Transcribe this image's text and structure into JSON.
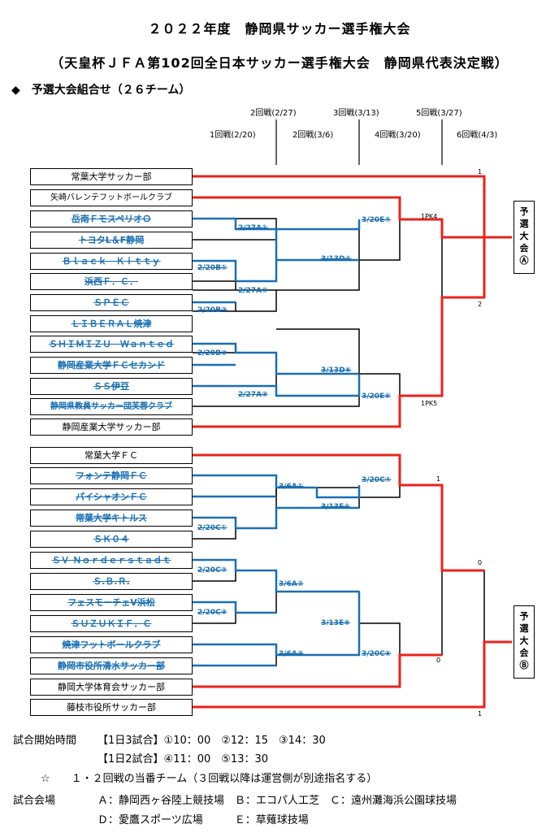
{
  "title1": "２０２２年度　静岡県サッカー選手権大会",
  "title2": "（天皇杯ＪＦＡ第102回全日本サッカー選手権大会　静岡県代表決定戦）",
  "section": "◆　予選大会組合せ（２６チーム）",
  "round_headers": {
    "r2a": "2回戦(2/27)",
    "r3a": "3回戦(3/13)",
    "r5a": "5回戦(3/27)",
    "r1b": "1回戦(2/20)",
    "r2b": "2回戦(3/6)",
    "r4b": "4回戦(3/20)",
    "r6b": "6回戦(4/3)"
  },
  "teams": [
    "常葉大学サッカー部",
    "矢崎バレンテフットボールクラブ",
    "岳南ＦモスペリオＯ",
    "トヨタL＆F静岡",
    "Ｂｌａｃｋ　Ｋｉｔｔｙ",
    "浜西Ｆ．Ｃ．",
    "ＳＰＥＣ",
    "ＬＩＢＥＲＡＬ焼津",
    "ＳＨＩＭＩＺＵ　Ｗａｎｔｅｄ",
    "静岡産業大学ＦＣセカンド",
    "ＳＳ伊豆",
    "静岡県教員サッカー団芙蓉クラブ",
    "静岡産業大学サッカー部",
    "常葉大学ＦＣ",
    "フォンテ静岡ＦＣ",
    "パイシャオンＦＣ",
    "常葉大学キトルス",
    "ＳＫ０４",
    "ＳＶ Ｎｏｒｄｅｒｓｔａｄｔ",
    "Ｓ.Ｂ.Ｒ.",
    "フェスモーチェV浜松",
    "ＳＵＺＵＫＩＦ．Ｃ",
    "焼津フットボールクラブ",
    "静岡市役所清水サッカー部",
    "静岡大学体育会サッカー部",
    "藤枝市役所サッカー部"
  ],
  "match_labels": {
    "m1": "2/20B①",
    "m2": "2/20B②",
    "m3": "2/20B③",
    "m4": "2/27A①",
    "m5": "2/27A②",
    "m6": "2/27A③",
    "m7": "3/13D④",
    "m8": "3/13D⑤",
    "m9": "3/20E④",
    "m10": "3/20E⑤",
    "m11": "2/20C①",
    "m12": "2/20C②",
    "m13": "2/20C③",
    "m14": "3/6A①",
    "m15": "3/6A②",
    "m16": "3/6A③",
    "m17": "3/13E④",
    "m18": "3/13E⑤",
    "m19": "3/20C④",
    "m20": "3/20C⑤"
  },
  "pk": {
    "a": "1PK4",
    "b": "1PK5"
  },
  "scores": {
    "s1": "1",
    "s2": "2",
    "s3": "1",
    "s4": "0",
    "s5": "0",
    "s6": "1"
  },
  "yosen_a": [
    "予",
    "選",
    "大",
    "会",
    "Ⓐ"
  ],
  "yosen_b": [
    "予",
    "選",
    "大",
    "会",
    "Ⓑ"
  ],
  "footer": {
    "start_label": "試合開始時間",
    "line1": "【1日3試合】①10：00　②12：15　③14：30",
    "line2": "【1日2試合】④11：00　⑤13：30",
    "note": "☆　　１・２回戦の当番チーム（３回戦以降は運営側が別途指名する）",
    "venue_label": "試合会場",
    "venue1": "Ａ：静岡西ヶ谷陸上競技場　Ｂ：エコパ人工芝　Ｃ：遠州灘海浜公園球技場",
    "venue2": "Ｄ：愛鷹スポーツ広場　　　Ｅ：草薙球技場"
  },
  "colors": {
    "red": "#e8231c",
    "blue": "#1a6fb3",
    "black": "#000000"
  }
}
